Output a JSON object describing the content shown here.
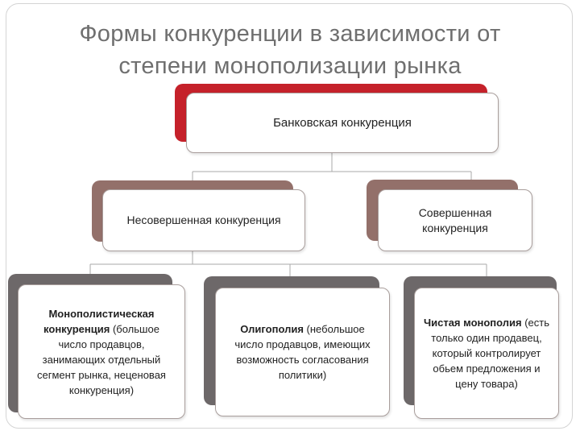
{
  "title": {
    "line1": "Формы конкуренции в зависимости от",
    "line2": "степени монополизации рынка"
  },
  "root": {
    "label": "Банковская конкуренция"
  },
  "level2": {
    "imperfect": {
      "label": "Несовершенная конкуренция"
    },
    "perfect": {
      "line1": "Совершенная",
      "line2": "конкуренция"
    }
  },
  "leaves": {
    "monopolistic": {
      "term_line1": "Монополистическая",
      "term_line2": "конкуренция",
      "rest_line2": " (большое",
      "line3": "число продавцов,",
      "line4": "занимающих отдельный",
      "line5": "сегмент рынка, неценовая",
      "line6": "конкуренция)"
    },
    "oligopoly": {
      "term": "Олигополия",
      "rest_line1": " (небольшое",
      "line2": "число продавцов, имеющих",
      "line3": "возможность согласования",
      "line4": "политики)"
    },
    "pure_monopoly": {
      "term": "Чистая монополия",
      "rest_line1": " (есть",
      "line2": "только один продавец,",
      "line3": "который контролирует",
      "line4": "обьем предложения и",
      "line5": "цену товара)"
    }
  },
  "colors": {
    "accent_red": "#c5212a",
    "accent_brown": "#93706a",
    "accent_gray": "#6d6869",
    "connector": "#a8a8a8"
  }
}
